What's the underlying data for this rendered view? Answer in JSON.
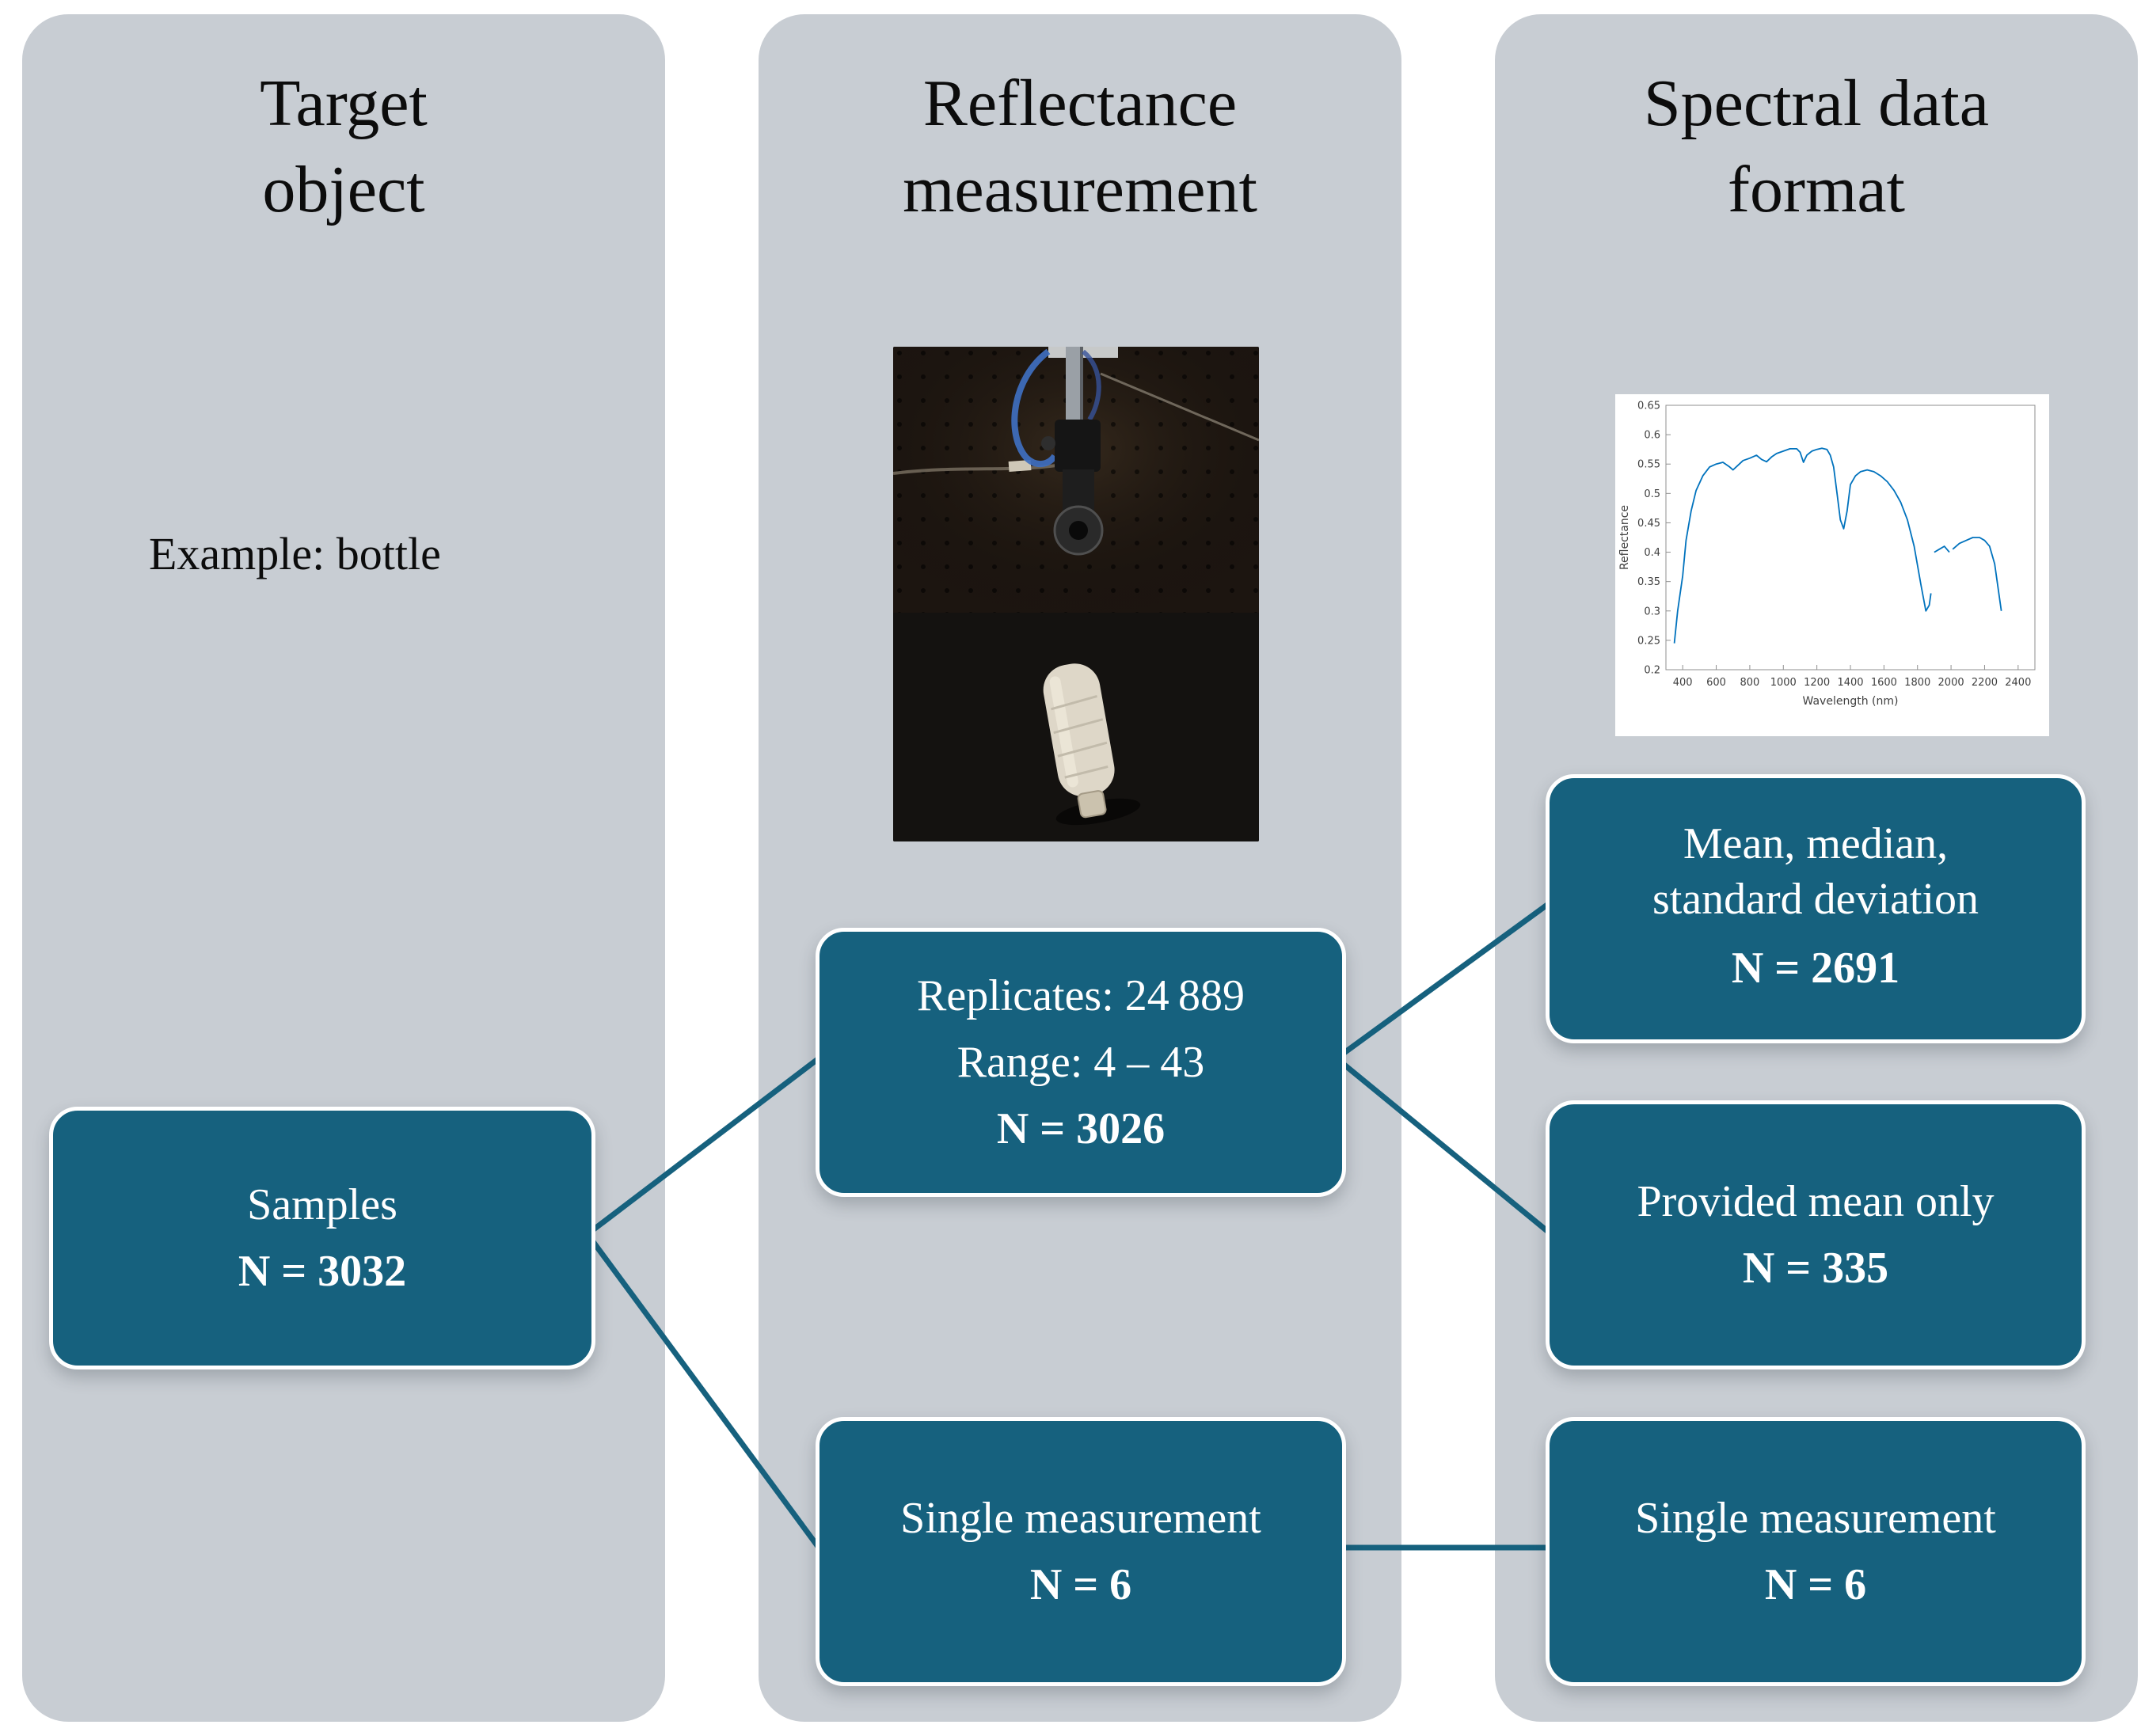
{
  "diagram": {
    "columns": {
      "target": {
        "title_line1": "Target",
        "title_line2": "object",
        "example": "Example: bottle",
        "samples_box": {
          "label": "Samples",
          "n": "N = 3032"
        }
      },
      "measurement": {
        "title_line1": "Reflectance",
        "title_line2": "measurement",
        "replicates_box": {
          "line1": "Replicates: 24 889",
          "line2": "Range: 4 – 43",
          "n": "N = 3026"
        },
        "single_box": {
          "label": "Single measurement",
          "n": "N = 6"
        }
      },
      "format": {
        "title_line1": "Spectral data",
        "title_line2": "format",
        "mean_box": {
          "line1": "Mean, median,",
          "line2": "standard deviation",
          "n": "N = 2691"
        },
        "provided_box": {
          "label": "Provided mean only",
          "n": "N = 335"
        },
        "single_box": {
          "label": "Single measurement",
          "n": "N = 6"
        }
      }
    },
    "colors": {
      "panel": "#c8cdd3",
      "box": "#16617e",
      "connector": "#16617e",
      "box_text": "#ffffff",
      "chart_line": "#0072bd"
    }
  },
  "chart_data": {
    "type": "line",
    "title": "",
    "xlabel": "Wavelength (nm)",
    "ylabel": "Reflectance",
    "xlim": [
      300,
      2500
    ],
    "ylim": [
      0.2,
      0.65
    ],
    "xticks": [
      400,
      600,
      800,
      1000,
      1200,
      1400,
      1600,
      1800,
      2000,
      2200,
      2400
    ],
    "yticks": [
      0.2,
      0.25,
      0.3,
      0.35,
      0.4,
      0.45,
      0.5,
      0.55,
      0.6,
      0.65
    ],
    "grid": false,
    "legend": "none",
    "line_color": "#0072bd",
    "series": [
      {
        "name": "reflectance",
        "x": [
          350,
          370,
          400,
          420,
          450,
          480,
          520,
          560,
          600,
          640,
          680,
          700,
          730,
          760,
          800,
          840,
          870,
          900,
          930,
          960,
          1000,
          1040,
          1080,
          1100,
          1120,
          1140,
          1170,
          1200,
          1230,
          1260,
          1280,
          1300,
          1320,
          1340,
          1360,
          1380,
          1400,
          1430,
          1460,
          1500,
          1540,
          1580,
          1620,
          1660,
          1700,
          1740,
          1780,
          1820,
          1850,
          1870,
          1880,
          1890,
          1900,
          1930,
          1960,
          1990,
          2000,
          2010,
          2050,
          2090,
          2130,
          2170,
          2200,
          2230,
          2260,
          2280,
          2300
        ],
        "y": [
          0.245,
          0.3,
          0.36,
          0.42,
          0.47,
          0.505,
          0.53,
          0.545,
          0.55,
          0.553,
          0.545,
          0.54,
          0.548,
          0.556,
          0.56,
          0.565,
          0.558,
          0.554,
          0.562,
          0.568,
          0.572,
          0.576,
          0.576,
          0.57,
          0.553,
          0.565,
          0.572,
          0.575,
          0.577,
          0.575,
          0.565,
          0.545,
          0.5,
          0.455,
          0.44,
          0.47,
          0.515,
          0.53,
          0.537,
          0.54,
          0.537,
          0.53,
          0.52,
          0.505,
          0.485,
          0.455,
          0.41,
          0.345,
          0.3,
          0.31,
          0.33,
          null,
          0.4,
          0.405,
          0.41,
          0.4,
          null,
          0.405,
          0.415,
          0.42,
          0.425,
          0.425,
          0.42,
          0.41,
          0.38,
          0.34,
          0.3
        ]
      }
    ]
  }
}
